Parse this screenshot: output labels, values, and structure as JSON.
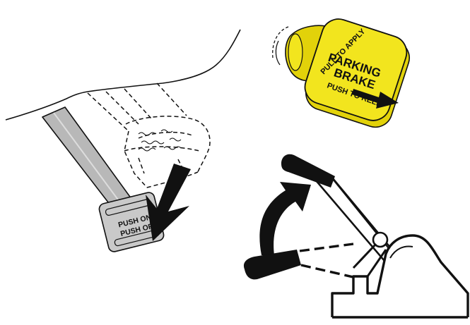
{
  "knob": {
    "top_text": "PULL TO APPLY",
    "title_line1": "PARKING",
    "title_line2": "BRAKE",
    "bottom_text": "PUSH TO RELEASE",
    "fill_color": "#f2e51e",
    "shade_color": "#e2d20a"
  },
  "pedal": {
    "pad_line1": "PUSH ON",
    "pad_line2": "PUSH OFF",
    "pad_color": "#c9c9c9",
    "stem_color": "#b8b8b8"
  },
  "icons": {
    "push_arrow": "down-arrow-icon",
    "pull_arrow": "right-arrow-icon",
    "lever_arrow": "curved-arrow-icon"
  }
}
